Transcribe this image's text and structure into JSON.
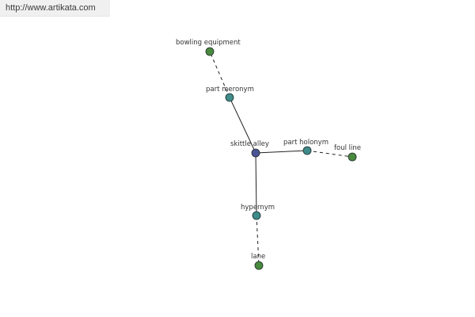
{
  "source": {
    "url": "http://www.artikata.com"
  },
  "graph": {
    "colors": {
      "center": "#4b5494",
      "relation": "#3f8c8a",
      "term": "#4a8a3e",
      "edge": "#222222"
    },
    "nodes": [
      {
        "id": "center",
        "label": "skittle alley",
        "kind": "center"
      },
      {
        "id": "meronym",
        "label": "part meronym",
        "kind": "relation"
      },
      {
        "id": "holonym",
        "label": "part holonym",
        "kind": "relation"
      },
      {
        "id": "hypernym",
        "label": "hypernym",
        "kind": "relation"
      },
      {
        "id": "bowling",
        "label": "bowling equipment",
        "kind": "term"
      },
      {
        "id": "foul",
        "label": "foul line",
        "kind": "term"
      },
      {
        "id": "lane",
        "label": "lane",
        "kind": "term"
      }
    ],
    "edges": [
      {
        "from": "center",
        "to": "meronym",
        "style": "solid"
      },
      {
        "from": "center",
        "to": "holonym",
        "style": "solid"
      },
      {
        "from": "center",
        "to": "hypernym",
        "style": "solid"
      },
      {
        "from": "meronym",
        "to": "bowling",
        "style": "dashed"
      },
      {
        "from": "holonym",
        "to": "foul",
        "style": "dashed"
      },
      {
        "from": "hypernym",
        "to": "lane",
        "style": "dashed"
      }
    ]
  }
}
